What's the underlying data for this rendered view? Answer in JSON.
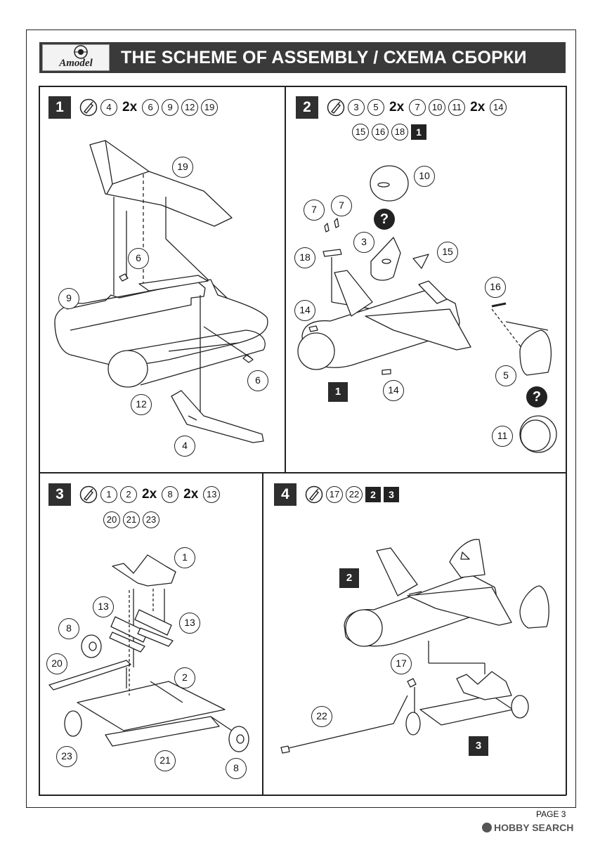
{
  "header": {
    "logo_text": "Amodel",
    "title": "THE SCHEME OF ASSEMBLY / СХЕМА СБОРКИ"
  },
  "steps": [
    {
      "number": "1",
      "parts_row1": [
        "4",
        "2x",
        "6",
        "9",
        "12",
        "19"
      ],
      "callouts": [
        "19",
        "6",
        "9",
        "6",
        "12",
        "4"
      ]
    },
    {
      "number": "2",
      "parts_row1": [
        "3",
        "5",
        "2x",
        "7",
        "10",
        "11",
        "2x",
        "14"
      ],
      "parts_row2": [
        "15",
        "16",
        "18"
      ],
      "ref_step": "1",
      "callouts": [
        "10",
        "7",
        "7",
        "3",
        "15",
        "18",
        "16",
        "14",
        "14",
        "5",
        "11"
      ],
      "question_marks": [
        "?",
        "?"
      ],
      "ref_boxes": [
        "1"
      ]
    },
    {
      "number": "3",
      "parts_row1": [
        "1",
        "2",
        "2x",
        "8",
        "2x",
        "13"
      ],
      "parts_row2": [
        "20",
        "21",
        "23"
      ],
      "callouts": [
        "1",
        "13",
        "13",
        "8",
        "20",
        "2",
        "23",
        "21",
        "8"
      ]
    },
    {
      "number": "4",
      "parts_row1": [
        "17",
        "22"
      ],
      "ref_steps": [
        "2",
        "3"
      ],
      "callouts": [
        "17",
        "22"
      ],
      "ref_boxes": [
        "2",
        "3"
      ]
    }
  ],
  "footer": {
    "page": "PAGE 3",
    "watermark": "HOBBY SEARCH"
  },
  "icons": {
    "glue": "glue-tube-icon",
    "logo": "amodel-roundel-icon"
  }
}
